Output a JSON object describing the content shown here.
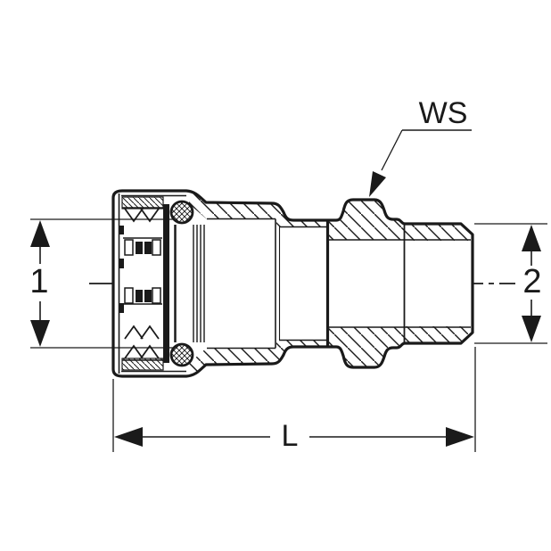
{
  "figure": {
    "type": "technical-drawing-press-fitting-adapter",
    "labels": {
      "wrench_size": "WS",
      "dim_left": "1",
      "dim_right": "2",
      "length": "L"
    },
    "colors": {
      "line": "#1a1a1a",
      "background": "#ffffff"
    }
  }
}
